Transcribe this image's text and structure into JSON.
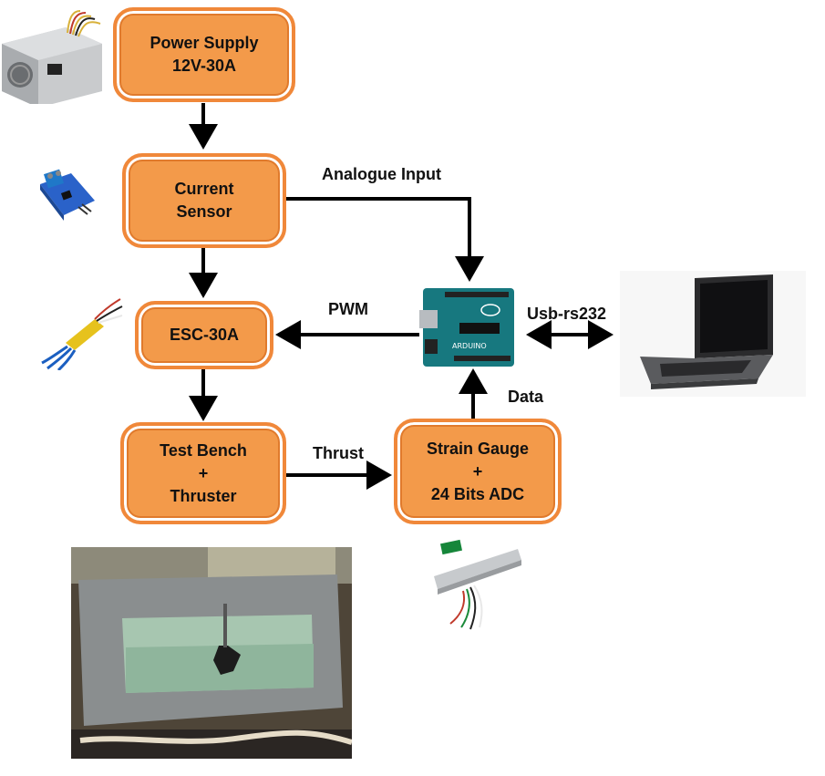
{
  "blocks": {
    "power_supply": {
      "line1": "Power Supply",
      "line2": "12V-30A"
    },
    "current_sensor": {
      "line1": "Current",
      "line2": "Sensor"
    },
    "esc": {
      "line1": "ESC-30A"
    },
    "test_bench": {
      "line1": "Test Bench",
      "line2": "+",
      "line3": "Thruster"
    },
    "strain_gauge": {
      "line1": "Strain Gauge",
      "line2": "+",
      "line3": "24 Bits ADC"
    }
  },
  "connections": {
    "analogue_input": "Analogue Input",
    "pwm": "PWM",
    "usb": "Usb-rs232",
    "data": "Data",
    "thrust": "Thrust"
  },
  "devices": {
    "pc": "PC"
  },
  "colors": {
    "block_fill": "#f39a4a",
    "block_border": "#f0883a",
    "arrow": "#000000"
  },
  "icons": [
    "power-supply-image",
    "current-sensor-image",
    "esc-image",
    "arduino-board-image",
    "laptop-image",
    "load-cell-image",
    "test-bench-photo"
  ]
}
